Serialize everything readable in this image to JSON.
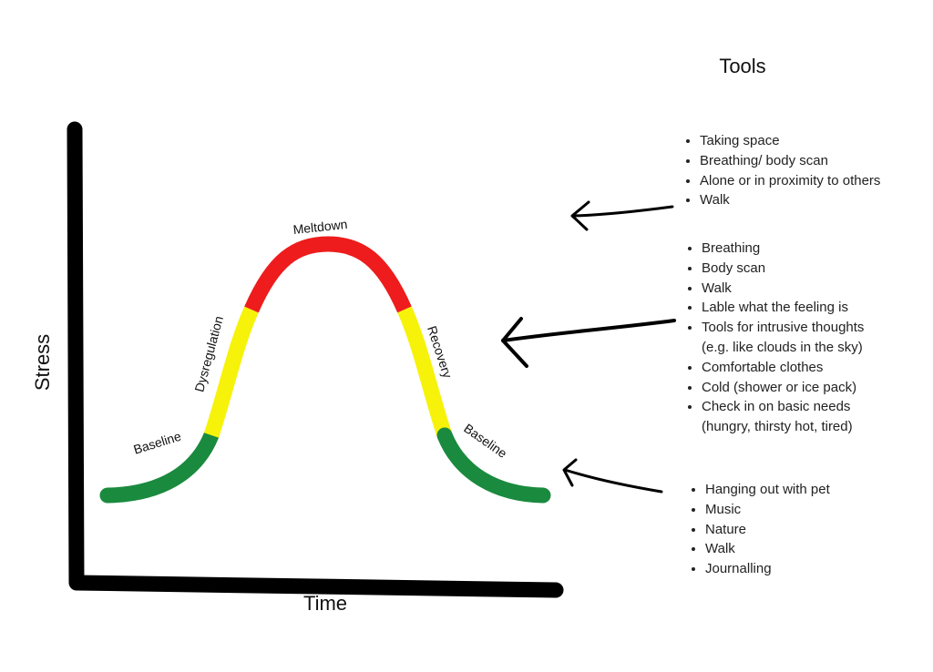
{
  "diagram": {
    "axis_y_label": "Stress",
    "axis_x_label": "Time",
    "segments": [
      {
        "label": "Baseline",
        "color": "#1a8a3e"
      },
      {
        "label": "Dysregulation",
        "color": "#f7f20a"
      },
      {
        "label": "Meltdown",
        "color": "#ee1c1c"
      },
      {
        "label": "Recovery",
        "color": "#f7f20a"
      },
      {
        "label": "Baseline",
        "color": "#1a8a3e"
      }
    ]
  },
  "tools": {
    "title": "Tools",
    "groups": [
      {
        "points_to": "Meltdown",
        "items": [
          "Taking space",
          "Breathing/ body scan",
          "Alone or in proximity to others",
          "Walk"
        ]
      },
      {
        "points_to": "Dysregulation / Recovery",
        "items": [
          "Breathing",
          "Body scan",
          "Walk",
          "Lable what the feeling is",
          [
            "Tools for intrusive thoughts",
            "(e.g. like clouds in the sky)"
          ],
          "Comfortable clothes",
          "Cold (shower or ice pack)",
          [
            "Check in on basic needs",
            "(hungry, thirsty hot, tired)"
          ]
        ]
      },
      {
        "points_to": "Baseline",
        "items": [
          "Hanging out with pet",
          "Music",
          "Nature",
          "Walk",
          "Journalling"
        ]
      }
    ]
  }
}
